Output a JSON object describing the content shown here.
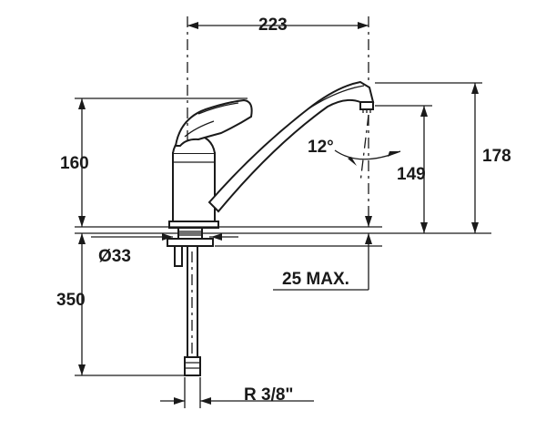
{
  "dimensions": {
    "width_223": "223",
    "height_160": "160",
    "height_178": "178",
    "height_149": "149",
    "angle_12": "12°",
    "diameter_33": "Ø33",
    "depth_350": "350",
    "max_25": "25 MAX.",
    "thread_r38": "R 3/8\""
  },
  "colors": {
    "line": "#1a1a1a",
    "background": "#ffffff"
  }
}
